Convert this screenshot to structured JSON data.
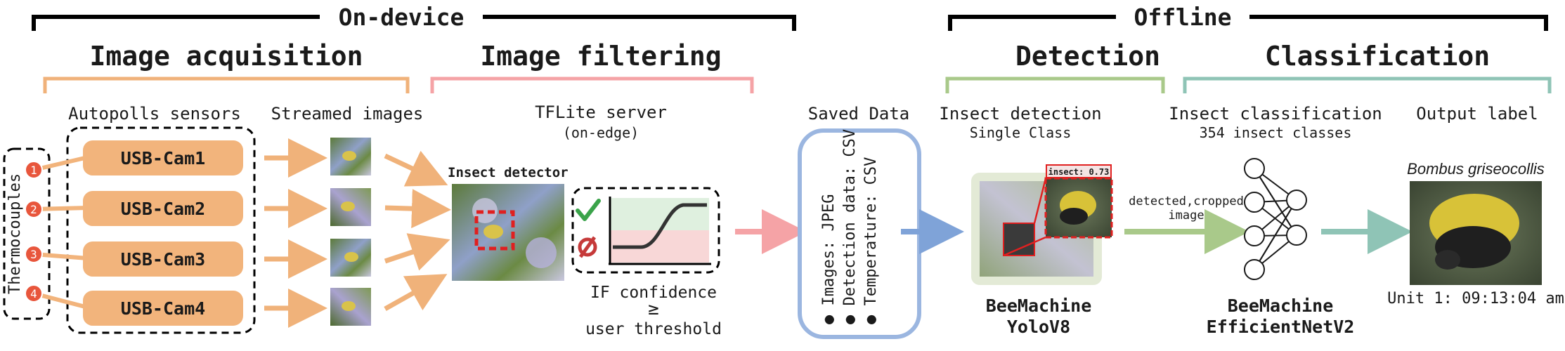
{
  "colors": {
    "orange": "#f0b27a",
    "orange_box": "#f2b47c",
    "pink": "#f5a3a6",
    "green": "#a9c98a",
    "teal": "#8fc4b6",
    "blue": "#7fa3d8",
    "blue_box": "#9bb6e0",
    "red_dot": "#e8563c",
    "check_green": "#3aa34a",
    "no_red": "#c63a3a"
  },
  "groups": {
    "on_device": "On-device",
    "offline": "Offline"
  },
  "sections": {
    "image_acquisition": "Image acquisition",
    "image_filtering": "Image filtering",
    "detection": "Detection",
    "classification": "Classification"
  },
  "acquisition": {
    "sensors_label": "Autopolls sensors",
    "streamed_label": "Streamed images",
    "thermocouples_label": "Thermocouples",
    "thermo_numbers": [
      "1",
      "2",
      "3",
      "4"
    ],
    "cameras": [
      "USB-Cam1",
      "USB-Cam2",
      "USB-Cam3",
      "USB-Cam4"
    ]
  },
  "filtering": {
    "server_title": "TFLite server",
    "server_sub": "(on-edge)",
    "detector_label": "Insect detector",
    "condition_line1": "IF confidence",
    "condition_symbol": "≥",
    "condition_line2": "user threshold"
  },
  "saved": {
    "title": "Saved Data",
    "items": [
      "Images: JPEG",
      "Detection data: CSV",
      "Temperature: CSV"
    ]
  },
  "detection": {
    "title": "Insect detection",
    "subtitle": "Single Class",
    "bbox_label": "insect: 0.73",
    "arrow_label_1": "detected,cropped",
    "arrow_label_2": "image",
    "model_line1": "BeeMachine",
    "model_line2": "YoloV8"
  },
  "classification": {
    "title": "Insect classification",
    "subtitle": "354 insect classes",
    "model_line1": "BeeMachine",
    "model_line2": "EfficientNetV2"
  },
  "output": {
    "title": "Output label",
    "species": "Bombus griseocollis",
    "timestamp": "Unit 1: 09:13:04 am"
  }
}
